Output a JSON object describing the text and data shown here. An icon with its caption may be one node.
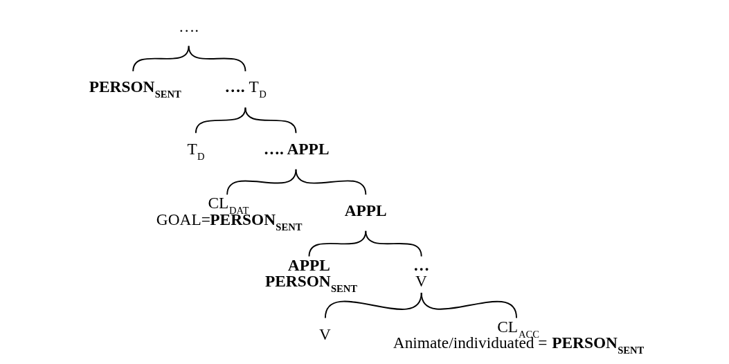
{
  "diagram": {
    "nodes": [
      {
        "text": [
          "…."
        ]
      },
      {
        "text": [
          "**PERSON$_{SENT}$**"
        ]
      },
      {
        "text": [
          "**….** T$_{D}$"
        ]
      },
      {
        "text": [
          "T$_{D}$"
        ]
      },
      {
        "text": [
          "**…. APPL**"
        ]
      },
      {
        "text": [
          "CL$_{DAT}$",
          "GOAL=**PERSON$_{SENT}$**"
        ]
      },
      {
        "text": [
          "**APPL**"
        ]
      },
      {
        "text": [
          "**APPL**",
          "**PERSON$_{SENT}$**"
        ]
      },
      {
        "text": [
          "**…**",
          "V"
        ]
      },
      {
        "text": [
          "V"
        ]
      },
      {
        "text": [
          "CL$_{ACC}$",
          "Animate/individuated = **PERSON$_{SENT}$**"
        ]
      }
    ],
    "edges": [
      {
        "from": 0,
        "to": 1,
        "arrow": "none"
      },
      {
        "from": 0,
        "to": 2,
        "arrow": "none"
      },
      {
        "from": 2,
        "to": 3,
        "arrow": "none"
      },
      {
        "from": 2,
        "to": 4,
        "arrow": "none"
      },
      {
        "from": 4,
        "to": 5,
        "arrow": "none"
      },
      {
        "from": 4,
        "to": 6,
        "arrow": "none"
      },
      {
        "from": 6,
        "to": 7,
        "arrow": "none"
      },
      {
        "from": 6,
        "to": 8,
        "arrow": "none"
      },
      {
        "from": 8,
        "to": 9,
        "arrow": "none"
      },
      {
        "from": 8,
        "to": 10,
        "arrow": "none"
      }
    ]
  }
}
